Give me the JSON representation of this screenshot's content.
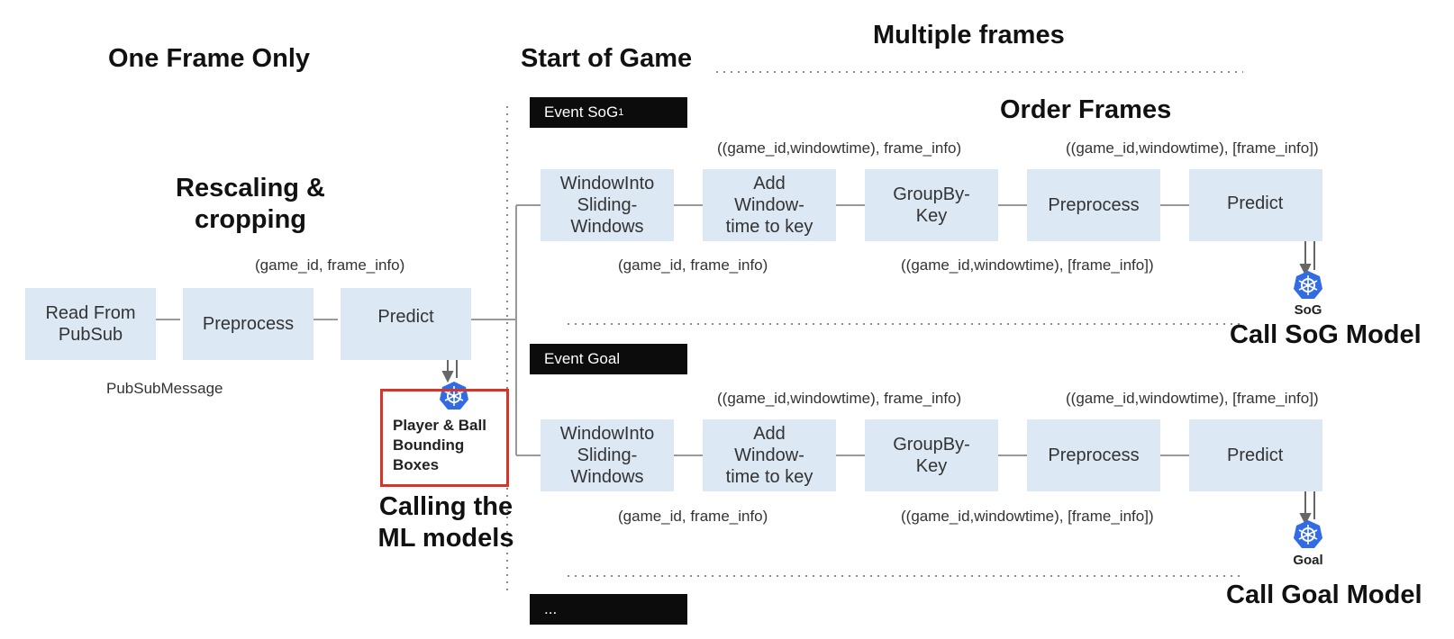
{
  "headings": {
    "one_frame_only": "One Frame Only",
    "start_of_game": "Start of Game",
    "multiple_frames": "Multiple frames",
    "order_frames": "Order Frames",
    "rescaling": "Rescaling &\ncropping",
    "call_sog_model": "Call SoG Model",
    "calling_ml_models": "Calling the\nML models",
    "call_goal_model": "Call Goal Model"
  },
  "left_pipeline": {
    "boxes": [
      "Read From\nPubSub",
      "Preprocess",
      "Predict"
    ],
    "label_above": "(game_id, frame_info)",
    "label_below": "PubSubMessage",
    "model_label": "Player & Ball\nBounding\nBoxes"
  },
  "events": {
    "sog": "Event SoG",
    "sog_sup": "1",
    "goal": "Event Goal",
    "more": "..."
  },
  "right_pipeline": {
    "boxes": [
      "WindowInto\nSliding-\nWindows",
      "Add\nWindow-\ntime to key",
      "GroupBy-\nKey",
      "Preprocess",
      "Predict"
    ],
    "label_above_1": "((game_id,windowtime), frame_info)",
    "label_above_2": "((game_id,windowtime), [frame_info])",
    "label_below_1": "(game_id, frame_info)",
    "label_below_2": "((game_id,windowtime), [frame_info])"
  },
  "models": {
    "sog": "SoG",
    "goal": "Goal"
  },
  "colors": {
    "box_fill": "#dde8f5",
    "event_fill": "#0c0c0c",
    "highlight": "#d6352a",
    "k8s_blue": "#326ce5"
  },
  "icons": [
    "kubernetes-icon"
  ]
}
